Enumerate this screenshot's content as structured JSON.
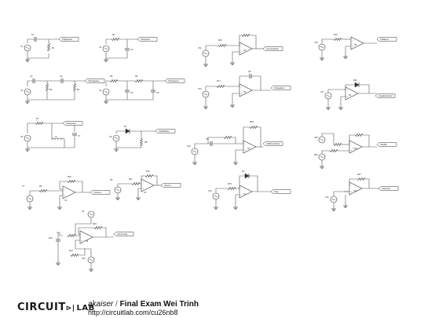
{
  "footer": {
    "logo_word": "CIRCUIT",
    "logo_lab": "LAB",
    "author": "akaiser",
    "separator": "/",
    "title": "Final Exam Wei Trinh",
    "url": "http://circuitlab.com/cu26nb8"
  },
  "colors": {
    "wire": "#555555",
    "component": "#333333",
    "label_text": "#222222",
    "background": "#ffffff"
  },
  "circuits": [
    {
      "id": "c1",
      "nodes": [
        "Vhighpass"
      ],
      "parts": [
        "C1",
        "V1",
        "R1"
      ]
    },
    {
      "id": "c2",
      "nodes": [
        "Vlowpass"
      ],
      "parts": [
        "R2",
        "V2",
        "C2"
      ]
    },
    {
      "id": "c3",
      "nodes": [
        "Vbandpass"
      ],
      "parts": [
        "C3",
        "C4",
        "V3",
        "R3",
        "R4"
      ]
    },
    {
      "id": "c4",
      "nodes": [
        "Vlowpass2"
      ],
      "parts": [
        "R5",
        "R6",
        "V4",
        "C5",
        "C6"
      ]
    },
    {
      "id": "c5",
      "nodes": [
        "Vresonant"
      ],
      "parts": [
        "R7",
        "V5",
        "L1",
        "C7"
      ]
    },
    {
      "id": "c6",
      "nodes": [
        "VHalfWave"
      ],
      "parts": [
        "D1",
        "V6",
        "R8"
      ]
    },
    {
      "id": "c7",
      "nodes": [
        "Vnoninv"
      ],
      "parts": [
        "V7",
        "R9",
        "R10",
        "X1"
      ]
    },
    {
      "id": "c8",
      "nodes": [
        "Vinvert"
      ],
      "parts": [
        "V8",
        "R11",
        "R12",
        "X2"
      ]
    },
    {
      "id": "c9",
      "nodes": [
        "Vsumming"
      ],
      "parts": [
        "V9",
        "V10",
        "R13",
        "R14",
        "R15",
        "X3"
      ]
    },
    {
      "id": "c10",
      "nodes": [
        "Vcomparator"
      ],
      "parts": [
        "V11",
        "R16",
        "X4"
      ]
    },
    {
      "id": "c11",
      "nodes": [
        "Vintegrator"
      ],
      "parts": [
        "V12",
        "R17",
        "C8",
        "X5"
      ]
    },
    {
      "id": "c12",
      "nodes": [
        "Vdifferentiator"
      ],
      "parts": [
        "V13",
        "C9",
        "R18",
        "X6"
      ]
    },
    {
      "id": "c13",
      "nodes": [
        "Vlog"
      ],
      "parts": [
        "V14",
        "D2",
        "R19",
        "X7"
      ]
    },
    {
      "id": "c14",
      "nodes": [
        "Vdiffamp"
      ],
      "parts": [
        "V15",
        "V16",
        "R20",
        "R21",
        "R22",
        "R23",
        "X8"
      ]
    },
    {
      "id": "c15",
      "nodes": [
        "Vpeakdetector"
      ],
      "parts": [
        "V17",
        "R24",
        "R25",
        "X9"
      ]
    },
    {
      "id": "c16",
      "nodes": [
        "Vbuffer"
      ],
      "parts": [
        "V18",
        "R26",
        "X10"
      ]
    },
    {
      "id": "c17",
      "nodes": [
        "Vschmitt"
      ],
      "parts": [
        "V19",
        "R27",
        "R28",
        "X11"
      ]
    },
    {
      "id": "c18",
      "nodes": [
        "Vinstrumentation"
      ],
      "parts": [
        "V20",
        "V21",
        "C10",
        "R29",
        "R30",
        "R31",
        "R32",
        "X12"
      ]
    }
  ]
}
